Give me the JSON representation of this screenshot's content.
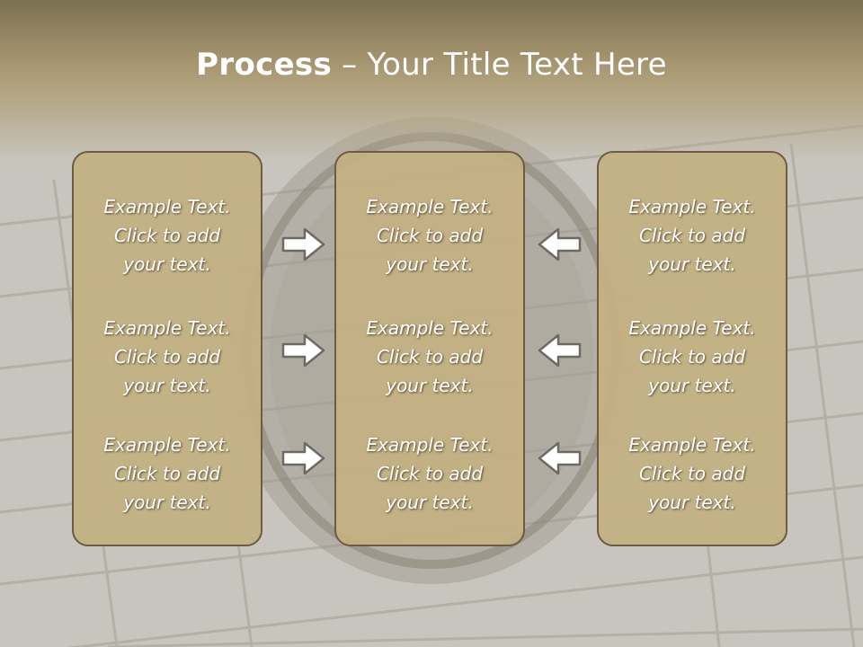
{
  "slide": {
    "title_bold": "Process",
    "title_rest": " – Your Title Text Here"
  },
  "columns": [
    {
      "items": [
        {
          "l1": "Example Text.",
          "l2": "Click  to add",
          "l3": "your text."
        },
        {
          "l1": "Example Text.",
          "l2": "Click  to add",
          "l3": "your text."
        },
        {
          "l1": "Example Text.",
          "l2": "Click  to add",
          "l3": "your text."
        }
      ]
    },
    {
      "items": [
        {
          "l1": "Example Text.",
          "l2": "Click  to add",
          "l3": "your text."
        },
        {
          "l1": "Example Text.",
          "l2": "Click  to add",
          "l3": "your text."
        },
        {
          "l1": "Example Text.",
          "l2": "Click  to add",
          "l3": "your text."
        }
      ]
    },
    {
      "items": [
        {
          "l1": "Example Text.",
          "l2": "Click  to add",
          "l3": "your text."
        },
        {
          "l1": "Example Text.",
          "l2": "Click  to add",
          "l3": "your text."
        },
        {
          "l1": "Example Text.",
          "l2": "Click  to add",
          "l3": "your text."
        }
      ]
    }
  ],
  "colors": {
    "box_fill": "#c4b082",
    "box_border": "#6a5d40",
    "arrow_fill": "#ffffff",
    "arrow_stroke": "#6d6a63"
  }
}
